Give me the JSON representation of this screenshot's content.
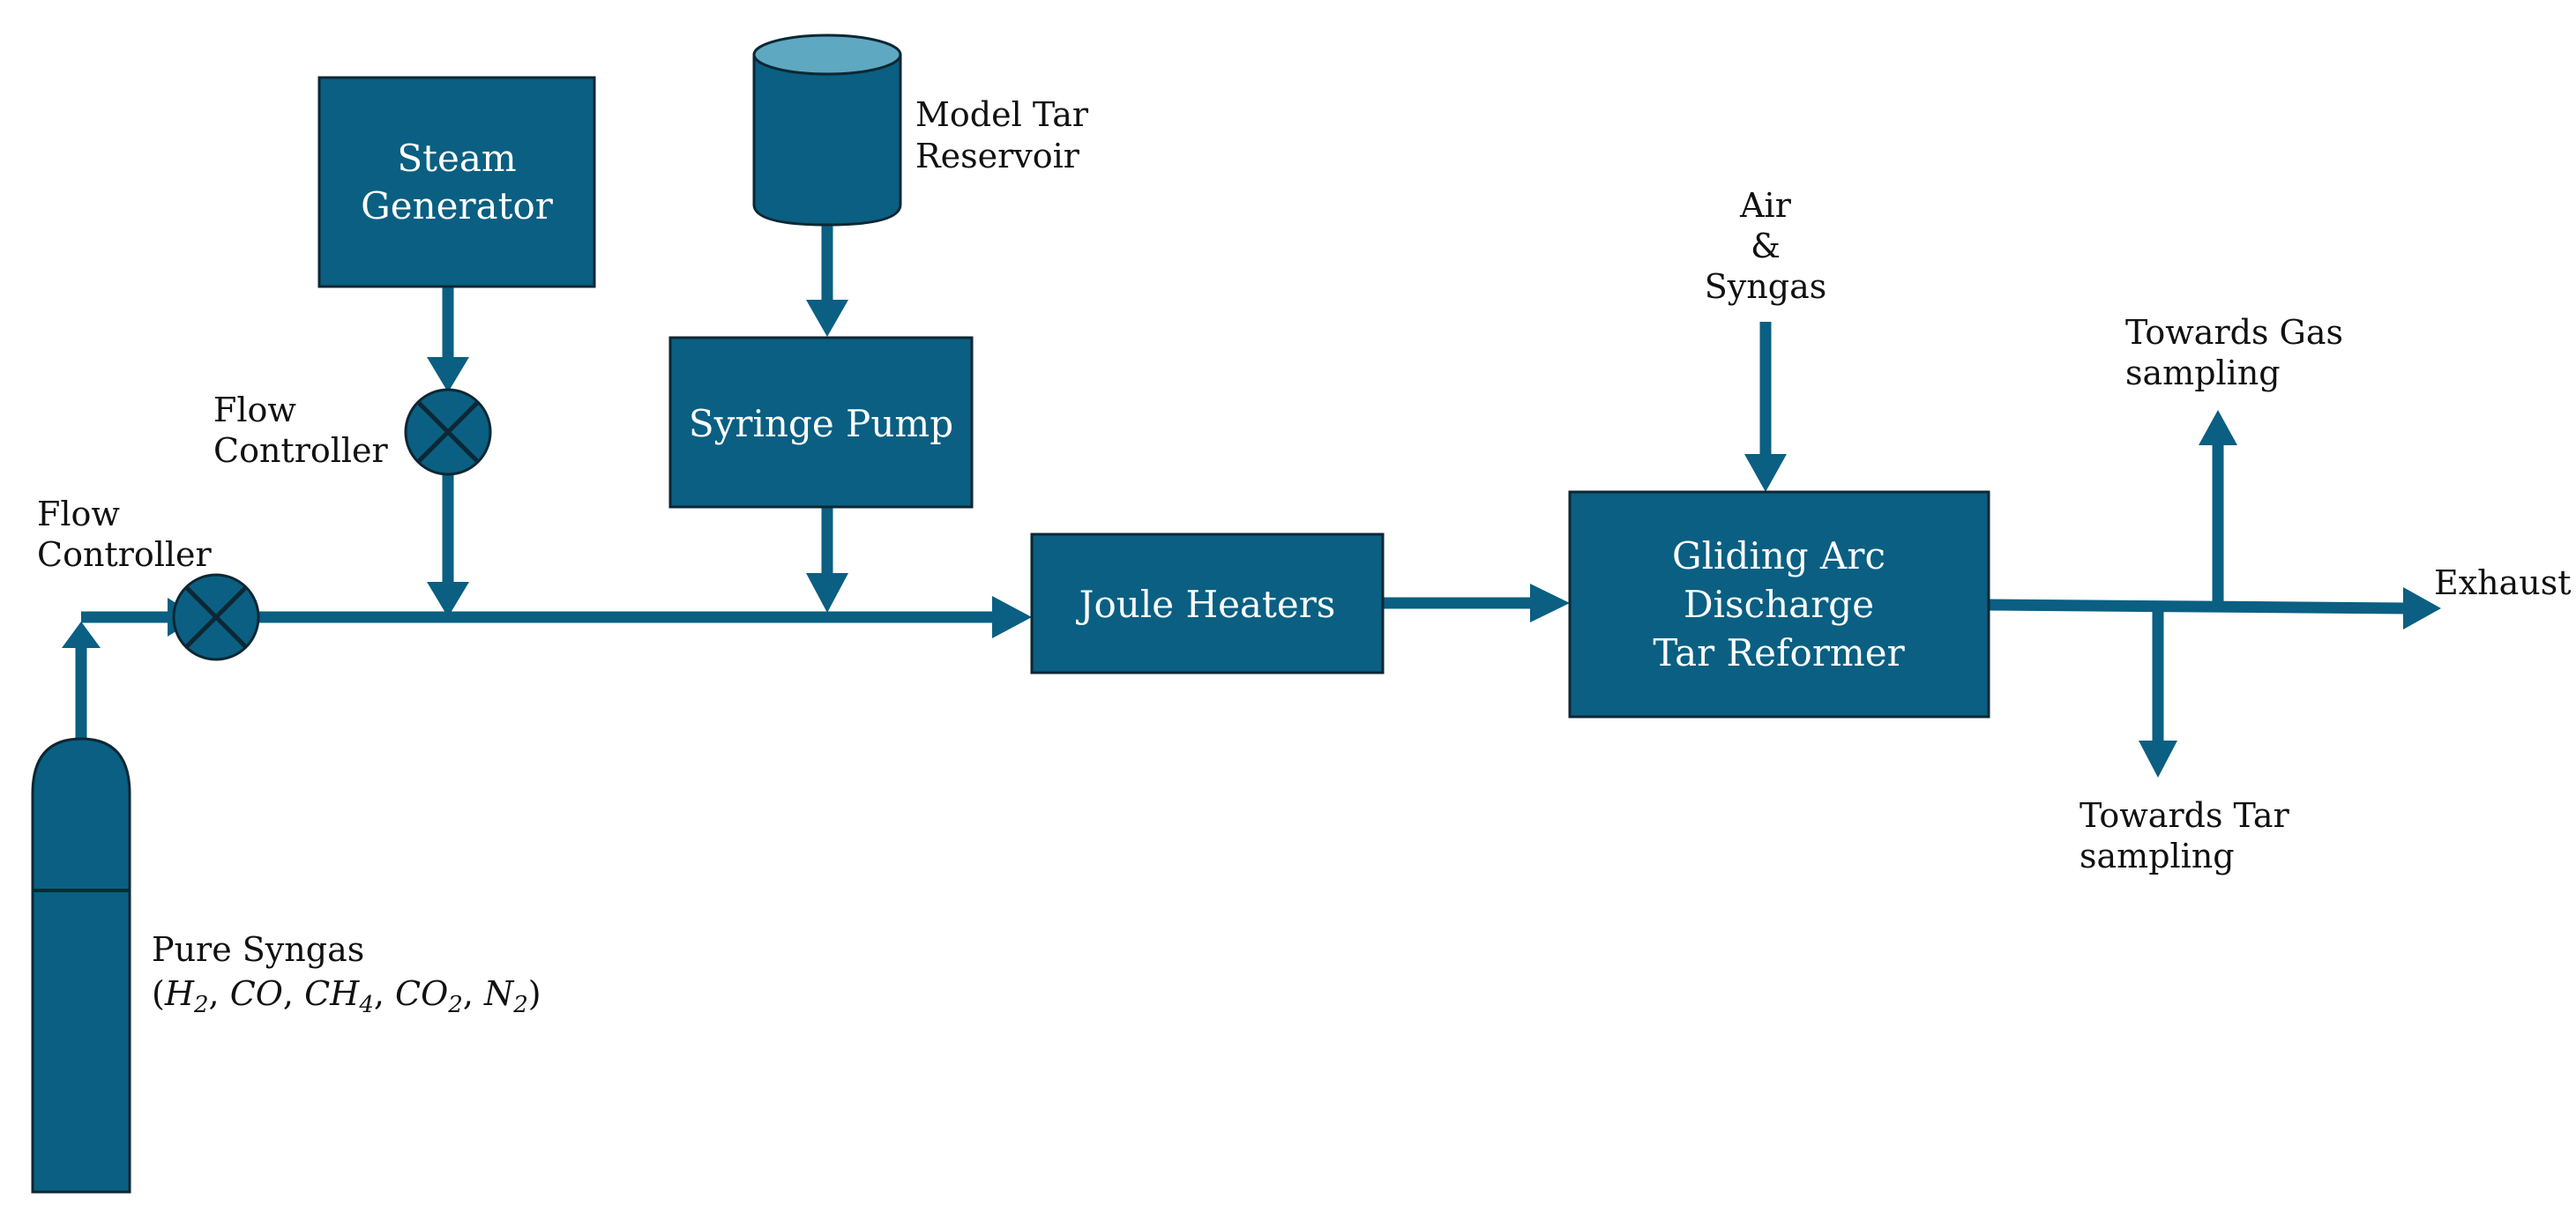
{
  "components": {
    "steam_generator": {
      "lines": [
        "Steam",
        "Generator"
      ]
    },
    "syringe_pump": {
      "label": "Syringe Pump"
    },
    "joule_heaters": {
      "label": "Joule Heaters"
    },
    "reformer": {
      "lines": [
        "Gliding Arc",
        "Discharge",
        "Tar Reformer"
      ]
    }
  },
  "labels": {
    "model_tar_reservoir": [
      "Model Tar",
      "Reservoir"
    ],
    "flow_controller_1": [
      "Flow",
      "Controller"
    ],
    "flow_controller_2": [
      "Flow",
      "Controller"
    ],
    "air_syngas": [
      "Air",
      "&",
      "Syngas"
    ],
    "towards_gas": [
      "Towards Gas",
      "sampling"
    ],
    "towards_tar": [
      "Towards Tar",
      "sampling"
    ],
    "exhaust": "Exhaust",
    "pure_syngas": "Pure Syngas",
    "pure_syngas_formula": {
      "open": "(",
      "species": [
        {
          "base": "H",
          "sub": "2"
        },
        {
          "base": "CO",
          "sub": ""
        },
        {
          "base": "CH",
          "sub": "4"
        },
        {
          "base": "CO",
          "sub": "2"
        },
        {
          "base": "N",
          "sub": "2"
        }
      ],
      "separator": ", ",
      "close": ")"
    }
  },
  "colors": {
    "component_fill": "#0a5f82",
    "flow_line": "#0a5f82",
    "outline": "#0d2733",
    "reservoir_top": "#5fa8c2"
  }
}
